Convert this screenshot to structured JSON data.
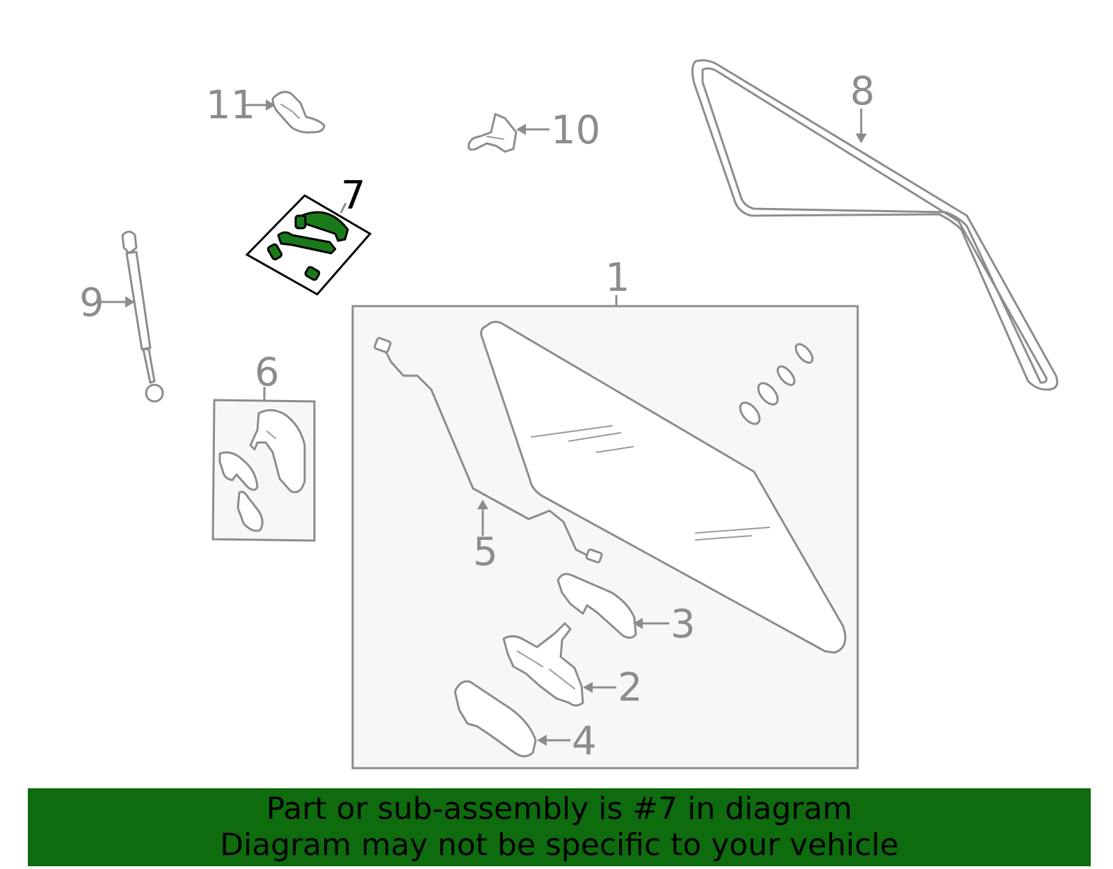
{
  "diagram": {
    "callouts": [
      "1",
      "2",
      "3",
      "4",
      "5",
      "6",
      "7",
      "8",
      "9",
      "10",
      "11"
    ],
    "highlighted_part": "7",
    "highlight_color": "#1a7a1a",
    "banner_color": "#0e6b0e",
    "line_color": "#8c8c8c"
  },
  "banner": {
    "line1": "Part or sub-assembly is #7 in diagram",
    "line2": "Diagram may not be specific to your vehicle"
  }
}
